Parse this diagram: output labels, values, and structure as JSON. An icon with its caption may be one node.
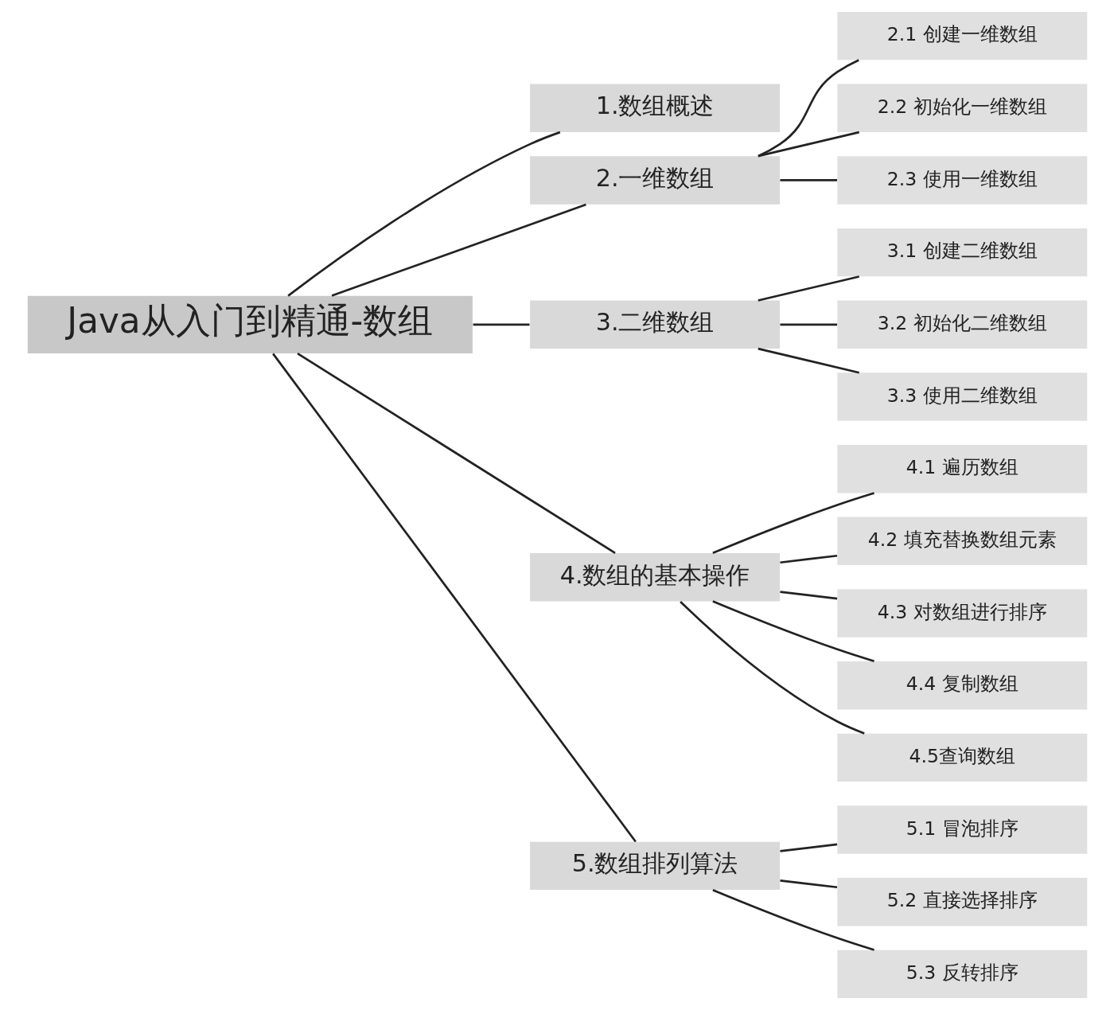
{
  "diagram": {
    "nodes": [
      {
        "text": [
          "Java从入门到精通-数组"
        ]
      },
      {
        "text": [
          "1.数组概述"
        ]
      },
      {
        "text": [
          "2.一维数组"
        ]
      },
      {
        "text": [
          "2.1 创建一维数组"
        ]
      },
      {
        "text": [
          "2.2 初始化一维数组"
        ]
      },
      {
        "text": [
          "2.3 使用一维数组"
        ]
      },
      {
        "text": [
          "3.二维数组"
        ]
      },
      {
        "text": [
          "3.1 创建二维数组"
        ]
      },
      {
        "text": [
          "3.2 初始化二维数组"
        ]
      },
      {
        "text": [
          "3.3 使用二维数组"
        ]
      },
      {
        "text": [
          "4.数组的基本操作"
        ]
      },
      {
        "text": [
          "4.1 遍历数组"
        ]
      },
      {
        "text": [
          "4.2 填充替换数组元素"
        ]
      },
      {
        "text": [
          "4.3 对数组进行排序"
        ]
      },
      {
        "text": [
          "4.4 复制数组"
        ]
      },
      {
        "text": [
          "4.5查询数组"
        ]
      },
      {
        "text": [
          "5.数组排列算法"
        ]
      },
      {
        "text": [
          "5.1 冒泡排序"
        ]
      },
      {
        "text": [
          "5.2 直接选择排序"
        ]
      },
      {
        "text": [
          "5.3 反转排序"
        ]
      }
    ],
    "edges": [
      {
        "from": 0,
        "to": 1,
        "arrow": "none"
      },
      {
        "from": 0,
        "to": 2,
        "arrow": "none"
      },
      {
        "from": 2,
        "to": 3,
        "arrow": "none"
      },
      {
        "from": 2,
        "to": 4,
        "arrow": "none"
      },
      {
        "from": 2,
        "to": 5,
        "arrow": "none"
      },
      {
        "from": 0,
        "to": 6,
        "arrow": "none"
      },
      {
        "from": 6,
        "to": 7,
        "arrow": "none"
      },
      {
        "from": 6,
        "to": 8,
        "arrow": "none"
      },
      {
        "from": 6,
        "to": 9,
        "arrow": "none"
      },
      {
        "from": 0,
        "to": 10,
        "arrow": "none"
      },
      {
        "from": 10,
        "to": 11,
        "arrow": "none"
      },
      {
        "from": 10,
        "to": 12,
        "arrow": "none"
      },
      {
        "from": 10,
        "to": 13,
        "arrow": "none"
      },
      {
        "from": 10,
        "to": 14,
        "arrow": "none"
      },
      {
        "from": 10,
        "to": 15,
        "arrow": "none"
      },
      {
        "from": 0,
        "to": 16,
        "arrow": "none"
      },
      {
        "from": 16,
        "to": 17,
        "arrow": "none"
      },
      {
        "from": 16,
        "to": 18,
        "arrow": "none"
      },
      {
        "from": 16,
        "to": 19,
        "arrow": "none"
      }
    ]
  }
}
